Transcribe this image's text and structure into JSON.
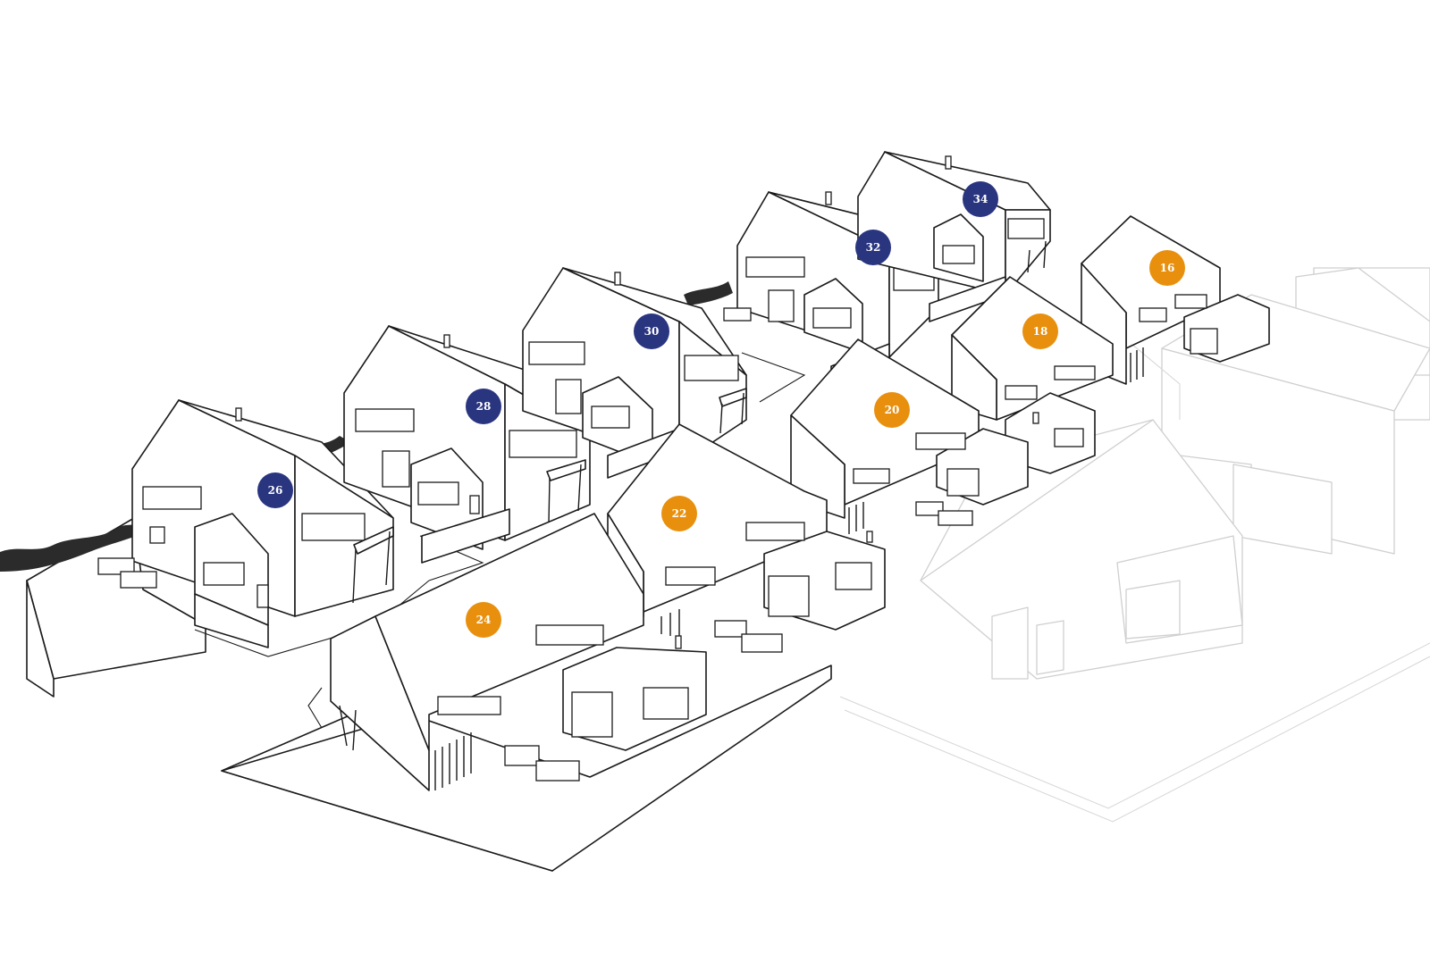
{
  "colors": {
    "plot_blue": "#2a3580",
    "plot_orange": "#e8900e",
    "line_ink": "#1a1a1a",
    "ghost_ink": "#cfcfcf"
  },
  "plots": [
    {
      "id": "26",
      "label": "26",
      "color": "#2a3580",
      "status": "blue"
    },
    {
      "id": "28",
      "label": "28",
      "color": "#2a3580",
      "status": "blue"
    },
    {
      "id": "30",
      "label": "30",
      "color": "#2a3580",
      "status": "blue"
    },
    {
      "id": "32",
      "label": "32",
      "color": "#2a3580",
      "status": "blue"
    },
    {
      "id": "34",
      "label": "34",
      "color": "#2a3580",
      "status": "blue"
    },
    {
      "id": "16",
      "label": "16",
      "color": "#e8900e",
      "status": "orange"
    },
    {
      "id": "18",
      "label": "18",
      "color": "#e8900e",
      "status": "orange"
    },
    {
      "id": "20",
      "label": "20",
      "color": "#e8900e",
      "status": "orange"
    },
    {
      "id": "22",
      "label": "22",
      "color": "#e8900e",
      "status": "orange"
    },
    {
      "id": "24",
      "label": "24",
      "color": "#e8900e",
      "status": "orange"
    }
  ]
}
